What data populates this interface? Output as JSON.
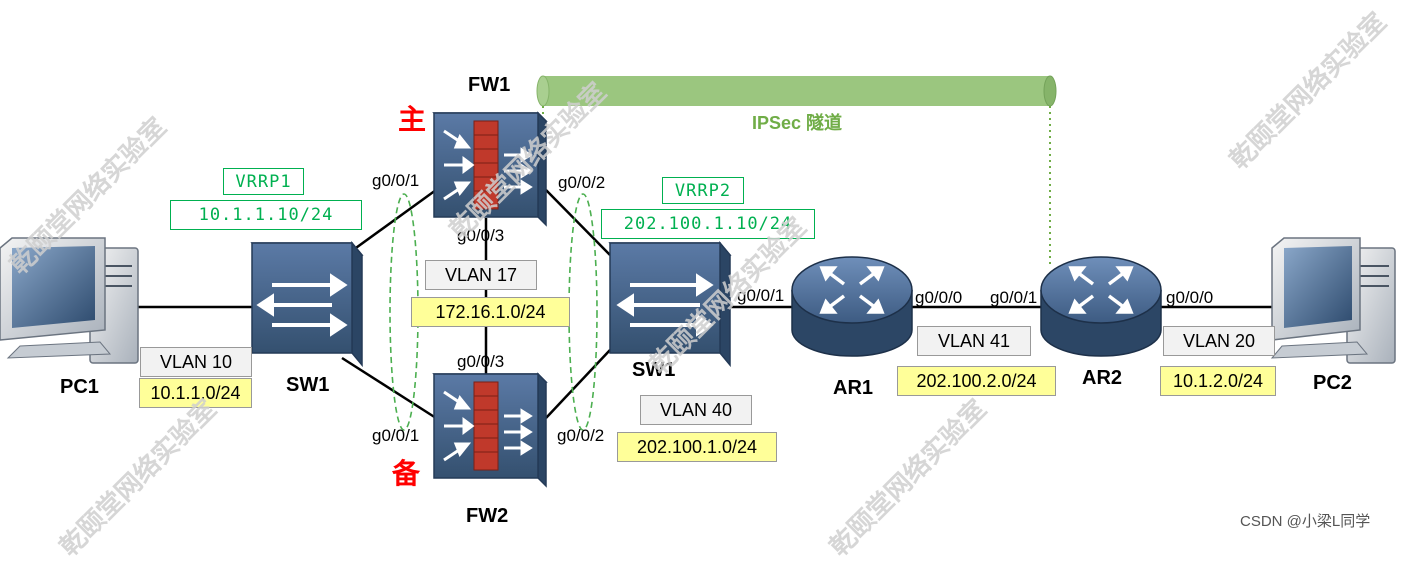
{
  "devices": {
    "pc1": "PC1",
    "pc2": "PC2",
    "sw1_left": "SW1",
    "sw1_right": "SW1",
    "fw1": "FW1",
    "fw2": "FW2",
    "ar1": "AR1",
    "ar2": "AR2"
  },
  "roles": {
    "master": "主",
    "backup": "备"
  },
  "tunnel": {
    "label": "IPSec 隧道",
    "color": "#92c47c"
  },
  "ports": {
    "fw1_left": "g0/0/1",
    "fw1_right": "g0/0/2",
    "fw1_bottom": "g0/0/3",
    "fw2_top": "g0/0/3",
    "fw2_left": "g0/0/1",
    "fw2_right": "g0/0/2",
    "sw1_right_port": "g0/0/1",
    "ar1_port": "g0/0/0",
    "ar2_left_port": "g0/0/1",
    "ar2_right_port": "g0/0/0"
  },
  "vrrp": {
    "vrrp1_name": "VRRP1",
    "vrrp1_ip": "10.1.1.10/24",
    "vrrp2_name": "VRRP2",
    "vrrp2_ip": "202.100.1.10/24"
  },
  "vlans": {
    "vlan10": "VLAN 10",
    "subnet10": "10.1.1.0/24",
    "vlan17": "VLAN 17",
    "subnet17": "172.16.1.0/24",
    "vlan40": "VLAN 40",
    "subnet40": "202.100.1.0/24",
    "vlan41": "VLAN 41",
    "subnet41": "202.100.2.0/24",
    "vlan20": "VLAN 20",
    "subnet20": "10.1.2.0/24"
  },
  "watermark": "乾颐堂网络实验室",
  "credit": "CSDN @小梁L同学",
  "colors": {
    "device_blue": "#3f5f86",
    "device_dark": "#243a57",
    "firewall_red": "#c0392b",
    "vrrp_green": "#00b050",
    "subnet_yellow": "#ffff99",
    "role_red": "#ff0000"
  }
}
